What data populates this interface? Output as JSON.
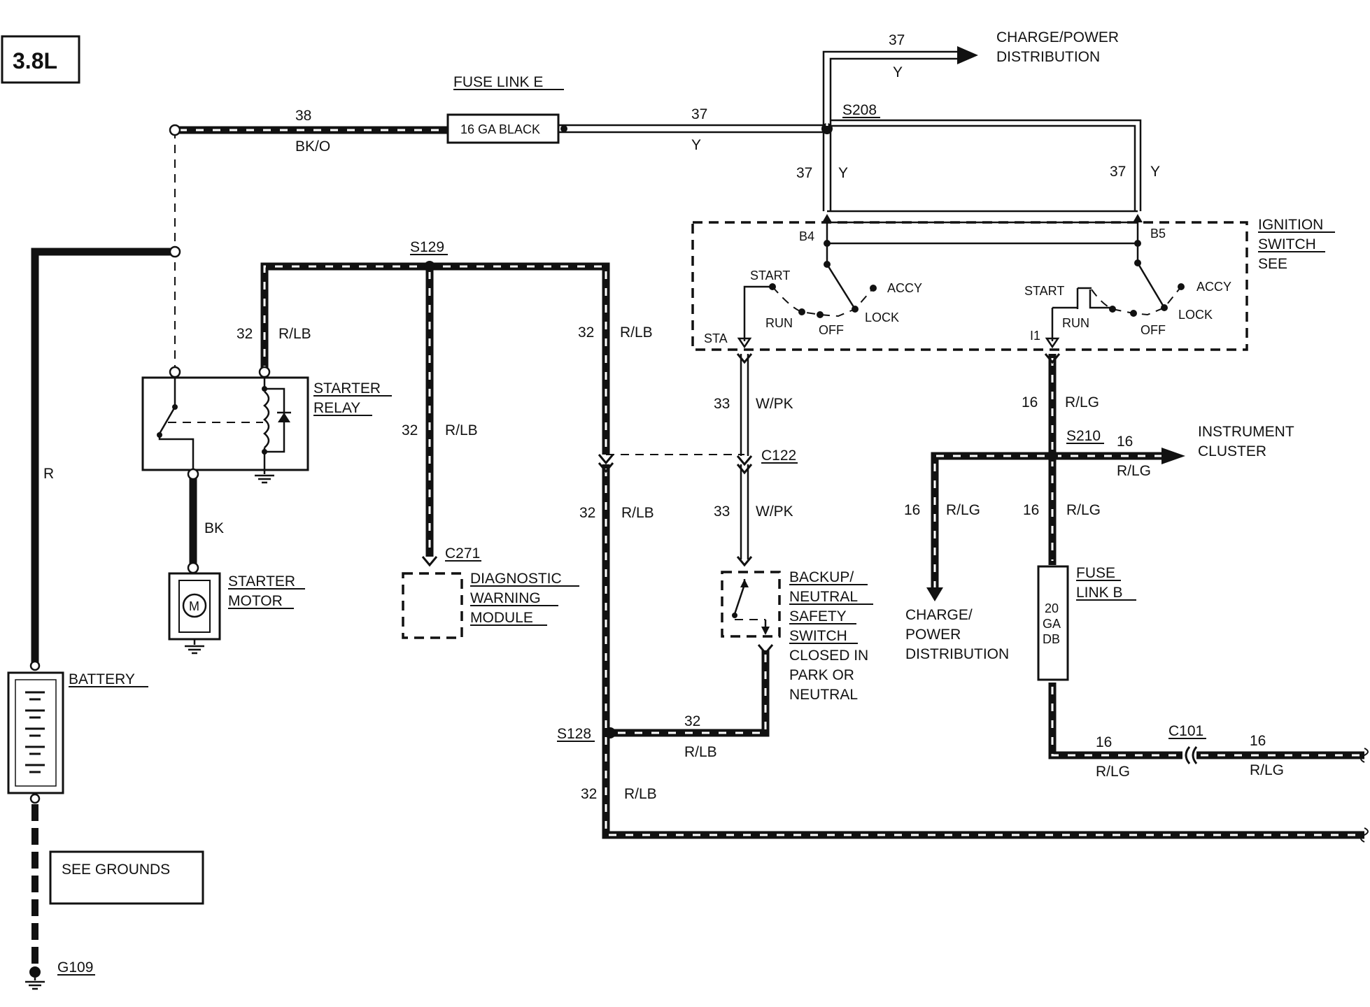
{
  "engine_label": "3.8L",
  "fuse_link_e": {
    "title": "FUSE LINK E",
    "rating": "16 GA BLACK"
  },
  "fuse_link_b": {
    "line1": "FUSE",
    "line2": "LINK B",
    "rating_lines": [
      "20",
      "GA",
      "DB"
    ]
  },
  "charge_power_top": {
    "line1": "CHARGE/POWER",
    "line2": "DISTRIBUTION"
  },
  "charge_power_left": {
    "line1": "CHARGE/",
    "line2": "POWER",
    "line3": "DISTRIBUTION"
  },
  "instrument_cluster": {
    "line1": "INSTRUMENT",
    "line2": "CLUSTER"
  },
  "ignition_switch": {
    "line1": "IGNITION",
    "line2": "SWITCH",
    "line3": "SEE",
    "terminals": {
      "b4": "B4",
      "b5": "B5",
      "sta": "STA",
      "i1": "I1"
    },
    "positions": {
      "start": "START",
      "run": "RUN",
      "off": "OFF",
      "lock": "LOCK",
      "accy": "ACCY"
    }
  },
  "starter_relay": {
    "line1": "STARTER",
    "line2": "RELAY"
  },
  "starter_motor": {
    "line1": "STARTER",
    "line2": "MOTOR",
    "symbol": "M"
  },
  "battery": {
    "label": "BATTERY"
  },
  "diag_module": {
    "line1": "DIAGNOSTIC",
    "line2": "WARNING",
    "line3": "MODULE"
  },
  "backup_switch": {
    "line1": "BACKUP/",
    "line2": "NEUTRAL",
    "line3": "SAFETY",
    "line4": "SWITCH",
    "note1": "CLOSED IN",
    "note2": "PARK OR",
    "note3": "NEUTRAL"
  },
  "see_grounds": "SEE GROUNDS",
  "splices": {
    "s208": "S208",
    "s129": "S129",
    "s210": "S210",
    "s128": "S128"
  },
  "connectors": {
    "c122": "C122",
    "c271": "C271",
    "c101": "C101",
    "g109": "G109"
  },
  "circuits": {
    "c38": "38",
    "c37": "37",
    "c32": "32",
    "c33": "33",
    "c16": "16"
  },
  "colors": {
    "bko": "BK/O",
    "y": "Y",
    "rlb": "R/LB",
    "wpk": "W/PK",
    "rlg": "R/LG",
    "r": "R",
    "bk": "BK"
  }
}
